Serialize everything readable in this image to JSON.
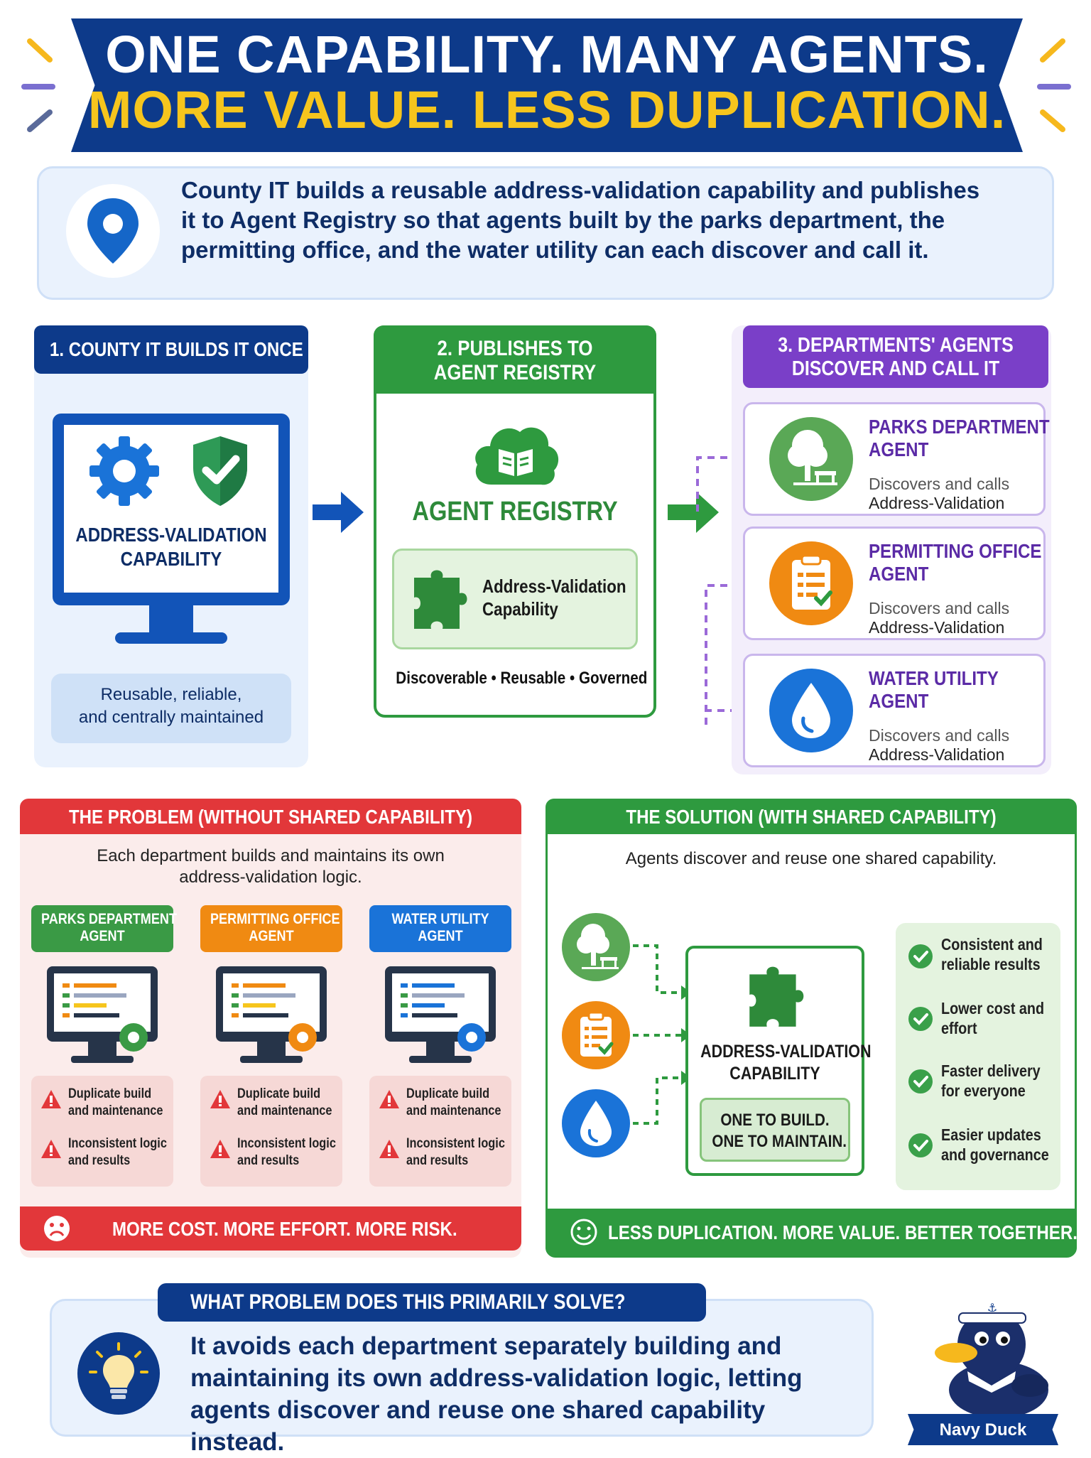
{
  "banner": {
    "line1": "ONE CAPABILITY. MANY AGENTS.",
    "line2": "MORE VALUE. LESS DUPLICATION."
  },
  "intro": {
    "text": "County IT builds a reusable address-validation capability and publishes it to Agent Registry so that agents built by the parks department, the permitting office, and the water utility can each discover and call it.",
    "icon": "location-pin-icon"
  },
  "step1": {
    "header": "1. COUNTY IT BUILDS IT ONCE",
    "capability_line1": "ADDRESS-VALIDATION",
    "capability_line2": "CAPABILITY",
    "note_line1": "Reusable, reliable,",
    "note_line2": "and centrally maintained"
  },
  "step2": {
    "header_line1": "2. PUBLISHES TO",
    "header_line2": "AGENT REGISTRY",
    "registry_title": "AGENT REGISTRY",
    "card_line1": "Address-Validation",
    "card_line2": "Capability",
    "tagline": "Discoverable • Reusable • Governed"
  },
  "step3": {
    "header_line1": "3. DEPARTMENTS' AGENTS",
    "header_line2": "DISCOVER AND CALL IT",
    "agents": [
      {
        "title1": "PARKS DEPARTMENT",
        "title2": "AGENT",
        "sub1": "Discovers and calls",
        "sub2": "Address-Validation"
      },
      {
        "title1": "PERMITTING OFFICE",
        "title2": "AGENT",
        "sub1": "Discovers and calls",
        "sub2": "Address-Validation"
      },
      {
        "title1": "WATER UTILITY",
        "title2": "AGENT",
        "sub1": "Discovers and calls",
        "sub2": "Address-Validation"
      }
    ]
  },
  "problem": {
    "header": "THE PROBLEM (WITHOUT SHARED CAPABILITY)",
    "desc_line1": "Each department builds and maintains its own",
    "desc_line2": "address-validation logic.",
    "agents": [
      {
        "l1": "PARKS DEPARTMENT",
        "l2": "AGENT"
      },
      {
        "l1": "PERMITTING OFFICE",
        "l2": "AGENT"
      },
      {
        "l1": "WATER UTILITY",
        "l2": "AGENT"
      }
    ],
    "warn1_a": "Duplicate build",
    "warn1_b": "and maintenance",
    "warn2_a": "Inconsistent logic",
    "warn2_b": "and results",
    "footer": "MORE COST. MORE EFFORT. MORE RISK."
  },
  "solution": {
    "header": "THE SOLUTION (WITH SHARED CAPABILITY)",
    "desc": "Agents discover and reuse one shared capability.",
    "cap_line1": "ADDRESS-VALIDATION",
    "cap_line2": "CAPABILITY",
    "one_line1": "ONE TO BUILD.",
    "one_line2": "ONE TO MAINTAIN.",
    "benefits": [
      {
        "a": "Consistent and",
        "b": "reliable results"
      },
      {
        "a": "Lower cost and",
        "b": "effort"
      },
      {
        "a": "Faster delivery",
        "b": "for everyone"
      },
      {
        "a": "Easier updates",
        "b": "and governance"
      }
    ],
    "footer": "LESS DUPLICATION. MORE VALUE. BETTER TOGETHER."
  },
  "question": {
    "header": "WHAT PROBLEM DOES THIS PRIMARILY SOLVE?",
    "line1": "It avoids each department separately building and",
    "line2": "maintaining its own address-validation logic, letting",
    "line3": "agents discover and reuse one shared capability instead."
  },
  "mascot": {
    "name": "Navy Duck"
  },
  "colors": {
    "navy": "#0d3a8a",
    "gold": "#f6c51d",
    "green": "#2e9a3f",
    "purple": "#7a3fc8",
    "red": "#e2373a",
    "orange": "#f08a12",
    "blue": "#1a73d8"
  }
}
